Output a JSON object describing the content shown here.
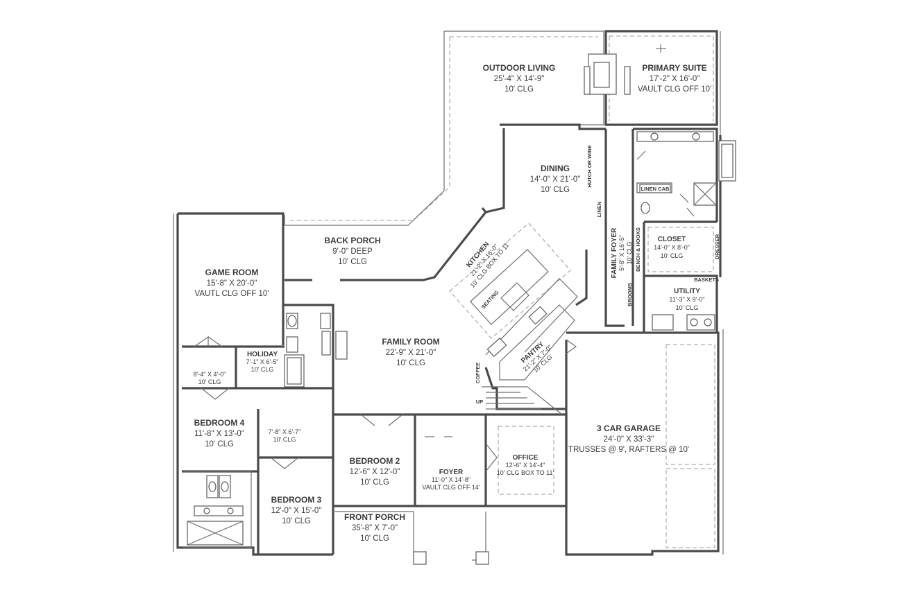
{
  "rooms": {
    "outdoor_living": {
      "name": "OUTDOOR LIVING",
      "dim": "25'-4\" X 14'-9\"",
      "clg": "10' CLG"
    },
    "primary_suite": {
      "name": "PRIMARY SUITE",
      "dim": "17'-2\" X 16'-0\"",
      "clg": "VAULT CLG OFF 10'"
    },
    "dining": {
      "name": "DINING",
      "dim": "14'-0\" X 21'-0\"",
      "clg": "10' CLG"
    },
    "back_porch": {
      "name": "BACK PORCH",
      "dim": "9'-0\" DEEP",
      "clg": "10' CLG"
    },
    "game_room": {
      "name": "GAME ROOM",
      "dim": "15'-8\" X 20'-0\"",
      "clg": "VAUTL CLG OFF 10'"
    },
    "kitchen": {
      "name": "KITCHEN",
      "dim": "21'-2\" X 16'-0\"",
      "clg": "10' CLG BOX TO 11'"
    },
    "family_room": {
      "name": "FAMILY ROOM",
      "dim": "22'-9\" X 21'-0\"",
      "clg": "10' CLG"
    },
    "family_foyer": {
      "name": "FAMILY FOYER",
      "dim": "5'-8\" X 16'-5\"",
      "clg": "10' CLG"
    },
    "closet": {
      "name": "CLOSET",
      "dim": "14'-0\" X 8'-0\"",
      "clg": "10' CLG"
    },
    "utility": {
      "name": "UTILITY",
      "dim": "11'-3\" X 9'-0\"",
      "clg": "10' CLG"
    },
    "holiday": {
      "name": "HOLIDAY",
      "dim": "7'-1\" X 6'-5\"",
      "clg": "10' CLG"
    },
    "storage_a": {
      "dim": "8'-4\" X 4'-0\"",
      "clg": "10' CLG"
    },
    "pantry": {
      "name": "PANTRY",
      "dim": "21'-2\" X 7'-0\"",
      "clg": "10' CLG"
    },
    "bedroom_4": {
      "name": "BEDROOM 4",
      "dim": "11'-8\" X 13'-0\"",
      "clg": "10' CLG"
    },
    "closet_b": {
      "dim": "7'-8\" X 6'-7\"",
      "clg": "10' CLG"
    },
    "bedroom_2": {
      "name": "BEDROOM 2",
      "dim": "12'-6\" X 12'-0\"",
      "clg": "10' CLG"
    },
    "foyer": {
      "name": "FOYER",
      "dim": "11'-0\" X 14'-8\"",
      "clg": "VAULT CLG OFF 14'"
    },
    "office": {
      "name": "OFFICE",
      "dim": "12'-6\" X 14'-4\"",
      "clg": "10' CLG BOX TO 11'"
    },
    "garage": {
      "name": "3 CAR GARAGE",
      "dim": "24'-0\" X 33'-3\"",
      "clg": "TRUSSES @ 9', RAFTERS @ 10'"
    },
    "bedroom_3": {
      "name": "BEDROOM 3",
      "dim": "12'-0\" X 15'-0\"",
      "clg": "10' CLG"
    },
    "front_porch": {
      "name": "FRONT PORCH",
      "dim": "35'-8\" X 7'-0\"",
      "clg": "10' CLG"
    }
  },
  "notes": {
    "linen_cab": "LINEN CAB",
    "hutch": "HUTCH OR WINE",
    "linen": "LINEN",
    "bench_hooks": "BENCH & HOOKS",
    "dresser": "DRESSER",
    "baskets": "BASKETS",
    "brooms": "BROOMS",
    "coffee": "COFFEE",
    "seating": "SEATING",
    "up": "UP"
  }
}
